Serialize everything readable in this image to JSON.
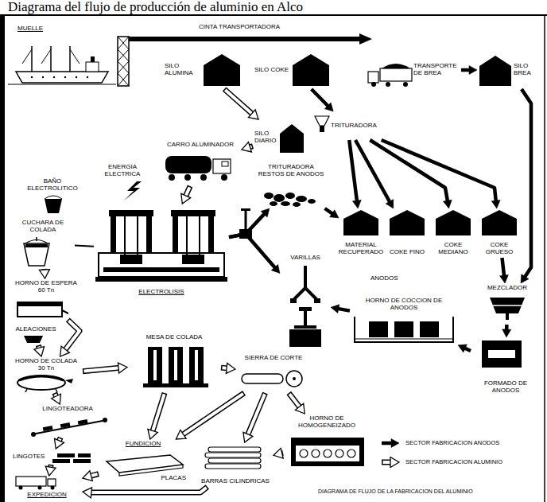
{
  "diagram": {
    "title": "Diagrama del flujo de producción de aluminio en Alco",
    "caption": "DIAGRAMA DE FLUJO DE LA FABRICACION DEL ALUMINIO",
    "nodes": [
      {
        "text": [
          "MUELLE"
        ]
      },
      {
        "text": [
          "SILO ALUMINA"
        ]
      },
      {
        "text": [
          "SILO COKE"
        ]
      },
      {
        "text": [
          "TRANSPORTE DE BREA"
        ]
      },
      {
        "text": [
          "SILO BREA"
        ]
      },
      {
        "text": [
          "TRITURADORA"
        ]
      },
      {
        "text": [
          "SILO DIARIO"
        ]
      },
      {
        "text": [
          "CARRO ALUMINADOR"
        ]
      },
      {
        "text": [
          "ENERGIA ELECTRICA"
        ]
      },
      {
        "text": [
          "TRITURADORA RESTOS DE ANODOS"
        ]
      },
      {
        "text": [
          "MATERIAL RECUPERADO"
        ]
      },
      {
        "text": [
          "COKE FINO"
        ]
      },
      {
        "text": [
          "COKE MEDIANO"
        ]
      },
      {
        "text": [
          "COKE GRUESO"
        ]
      },
      {
        "text": [
          "BAÑO ELECTROLITICO"
        ]
      },
      {
        "text": [
          "CUCHARA DE COLADA"
        ]
      },
      {
        "text": [
          "ELECTROLISIS"
        ]
      },
      {
        "text": [
          "VARILLAS"
        ]
      },
      {
        "text": [
          "HORNO DE COCCION DE ANODOS"
        ]
      },
      {
        "text": [
          "MEZCLADOR"
        ]
      },
      {
        "text": [
          "FORMADO DE ANODOS"
        ]
      },
      {
        "text": [
          "HORNO DE ESPERA 60 Tn"
        ]
      },
      {
        "text": [
          "ALEACIONES"
        ]
      },
      {
        "text": [
          "HORNO DE COLADA 30 Tn"
        ]
      },
      {
        "text": [
          "MESA DE COLADA"
        ]
      },
      {
        "text": [
          "SIERRA DE CORTE"
        ]
      },
      {
        "text": [
          "LINGOTEADORA"
        ]
      },
      {
        "text": [
          "LINGOTES"
        ]
      },
      {
        "text": [
          "FUNDICION",
          "PLACAS"
        ]
      },
      {
        "text": [
          "BARRAS CILINDRICAS"
        ]
      },
      {
        "text": [
          "HORNO DE HOMOGENEIZADO"
        ]
      },
      {
        "text": [
          "EXPEDICION"
        ]
      }
    ],
    "edges": [
      {
        "from": 1,
        "to": 6,
        "arrow": "to"
      },
      {
        "from": 6,
        "to": 7,
        "arrow": "to"
      },
      {
        "from": 7,
        "to": 16,
        "arrow": "to"
      },
      {
        "from": 2,
        "to": 5,
        "arrow": "to"
      },
      {
        "from": 5,
        "to": 10,
        "arrow": "to"
      },
      {
        "from": 5,
        "to": 11,
        "arrow": "to"
      },
      {
        "from": 5,
        "to": 12,
        "arrow": "to"
      },
      {
        "from": 5,
        "to": 13,
        "arrow": "to"
      },
      {
        "from": 3,
        "to": 4,
        "arrow": "to"
      },
      {
        "from": 4,
        "to": 19,
        "arrow": "to"
      },
      {
        "from": 13,
        "to": 19,
        "arrow": "to"
      },
      {
        "from": 19,
        "to": 20,
        "arrow": "to"
      },
      {
        "from": 20,
        "to": 18,
        "arrow": "to"
      },
      {
        "from": 18,
        "to": 17,
        "arrow": "to"
      },
      {
        "from": 16,
        "to": 9,
        "arrow": "to"
      },
      {
        "from": 16,
        "to": 17,
        "arrow": "to"
      },
      {
        "from": 9,
        "to": 10,
        "arrow": "to"
      },
      {
        "from": 16,
        "to": 15,
        "arrow": "none"
      },
      {
        "from": 15,
        "to": 21,
        "arrow": "to"
      },
      {
        "from": 21,
        "to": 23,
        "arrow": "to"
      },
      {
        "from": 22,
        "to": 23,
        "arrow": "to"
      },
      {
        "from": 23,
        "to": 26,
        "arrow": "to"
      },
      {
        "from": 23,
        "to": 24,
        "arrow": "to"
      },
      {
        "from": 26,
        "to": 27,
        "arrow": "to"
      },
      {
        "from": 24,
        "to": 25,
        "arrow": "to"
      },
      {
        "from": 24,
        "to": 28,
        "arrow": "to"
      },
      {
        "from": 25,
        "to": 28,
        "arrow": "to"
      },
      {
        "from": 25,
        "to": 30,
        "arrow": "to"
      },
      {
        "from": 25,
        "to": 29,
        "arrow": "to"
      },
      {
        "from": 30,
        "to": 29,
        "arrow": "to"
      },
      {
        "from": 27,
        "to": 31,
        "arrow": "to"
      },
      {
        "from": 28,
        "to": 31,
        "arrow": "to"
      },
      {
        "from": 29,
        "to": 31,
        "arrow": "to"
      }
    ],
    "labels": [
      "CINTA TRANSPORTADORA",
      "ANODOS"
    ],
    "legend": [
      {
        "text": "SECTOR FABRICACION ANODOS"
      },
      {
        "text": "SECTOR FABRICACION ALUMINIO"
      }
    ]
  }
}
